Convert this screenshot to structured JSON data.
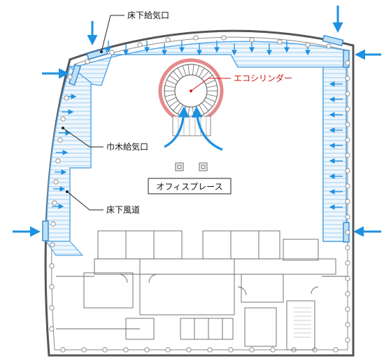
{
  "labels": {
    "floor_supply_vent": "床下給気口",
    "eco_cylinder": "エコシリンダー",
    "baseboard_supply_vent": "巾木給気口",
    "office_place": "オフィスプレース",
    "underfloor_duct": "床下風道"
  },
  "colors": {
    "duct_line": "#5aa9e6",
    "duct_fill": "#e8f3fc",
    "arrow": "#1e90e0",
    "cylinder_ring": "#e07878",
    "eco_label": "#d01818",
    "wall": "#555555",
    "plan_line": "#666666"
  },
  "icons": {
    "airflow": "arrow-icon",
    "column": "column-circle-icon"
  }
}
